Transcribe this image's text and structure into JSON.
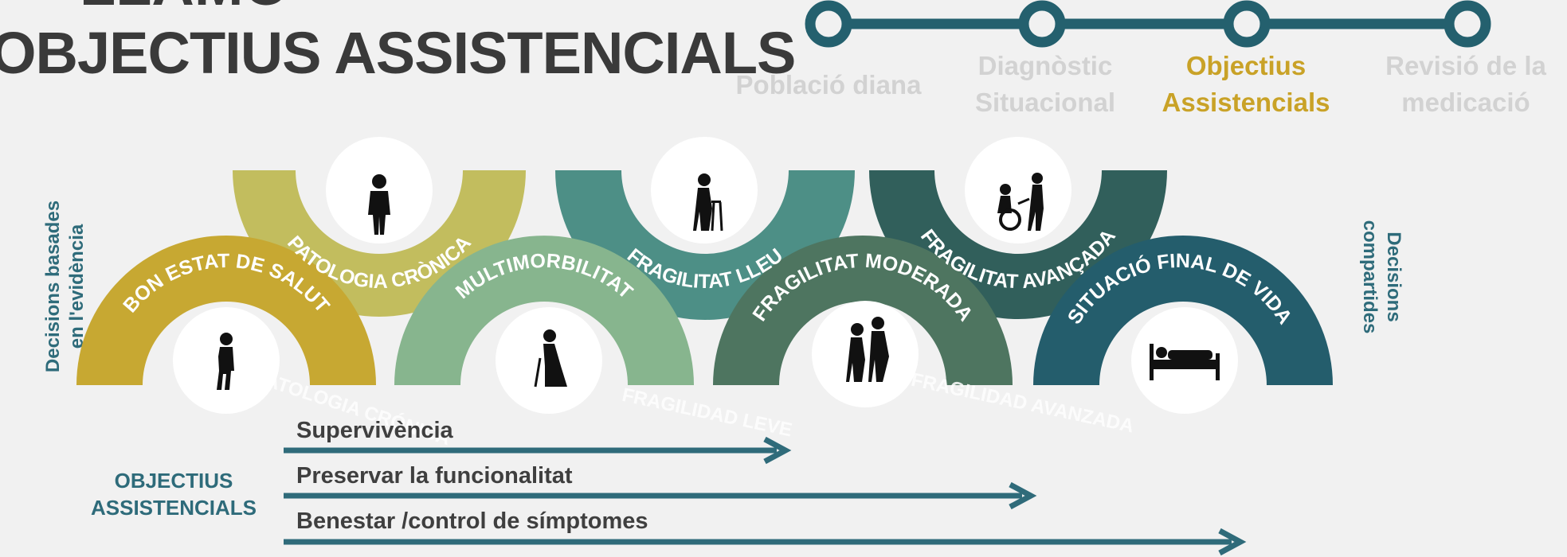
{
  "header": {
    "title_top": "LLAMO",
    "title": "OBJECTIUS ASSISTENCIALS"
  },
  "timeline": {
    "steps": [
      {
        "label": "Població diana",
        "active": false
      },
      {
        "label": "Diagnòstic\nSituacional",
        "active": false
      },
      {
        "label": "Objectius\nAssistencials",
        "active": true
      },
      {
        "label": "Revisió de la\nmedicació",
        "active": false
      }
    ],
    "line_color": "#24606e",
    "active_color": "#c9a227"
  },
  "side_labels": {
    "left": "Decisions basades\nen l'evidència",
    "right": "Decisions\ncompartides"
  },
  "stages": [
    {
      "label": "BON ESTAT DE SALUT",
      "color": "#c7a832",
      "figure": "walking-person-icon"
    },
    {
      "label": "PATOLOGIA CRÒNICA",
      "color": "#c2bd5e",
      "figure": "standing-person-icon"
    },
    {
      "label": "MULTIMORBILITAT",
      "color": "#87b58e",
      "figure": "person-with-cane-icon"
    },
    {
      "label": "FRAGILITAT LLEU",
      "color": "#4d8f86",
      "figure": "person-with-walker-icon"
    },
    {
      "label": "FRAGILITAT MODERADA",
      "color": "#4e7560",
      "figure": "assisted-walking-icon"
    },
    {
      "label": "FRAGILITAT AVANÇADA",
      "color": "#315f5b",
      "figure": "wheelchair-icon"
    },
    {
      "label": "SITUACIÓ FINAL DE VIDA",
      "color": "#245d6c",
      "figure": "person-in-bed-icon"
    }
  ],
  "ghost_labels": [
    "PATOLOGIA CRÓNICA",
    "FRAGILIDAD LEVE",
    "FRAGILIDAD AVANZADA"
  ],
  "objectius_label": "OBJECTIUS\nASSISTENCIALS",
  "goals": [
    {
      "label": "Supervivència"
    },
    {
      "label": "Preservar la funcionalitat"
    },
    {
      "label": "Benestar /control de símptomes"
    }
  ],
  "colors": {
    "background": "#f1f1f1",
    "title": "#3a3a3a",
    "side_text": "#2e6b7a",
    "arrow": "#2f6b7a"
  }
}
